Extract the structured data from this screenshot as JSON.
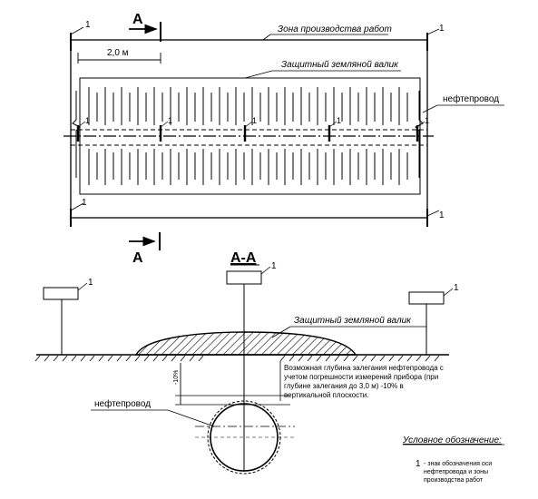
{
  "plan": {
    "section_mark_top": "A",
    "section_mark_bottom": "A",
    "work_zone_label": "Зона производства работ",
    "dimension_label": "2,0 м",
    "berm_label": "Защитный земляной валик",
    "pipeline_label": "нефтепровод",
    "marker_number": "1"
  },
  "section": {
    "title": "А-А",
    "berm_label": "Защитный земляной валик",
    "depth_note_lines": [
      "Возможная глубина залегания нефтепровода с",
      "учетом погрешности измерений прибора (при",
      "глубине залегания до 3,0 м) -10% в",
      "вертикальной плоскости."
    ],
    "tolerance_label": "-10%",
    "pipeline_label": "нефтепровод",
    "marker_number": "1"
  },
  "legend": {
    "title": "Условное обозначение:",
    "symbol": "1",
    "text_lines": [
      "- знак обозначения оси",
      "нефтепровода и зоны",
      "производства работ"
    ]
  }
}
